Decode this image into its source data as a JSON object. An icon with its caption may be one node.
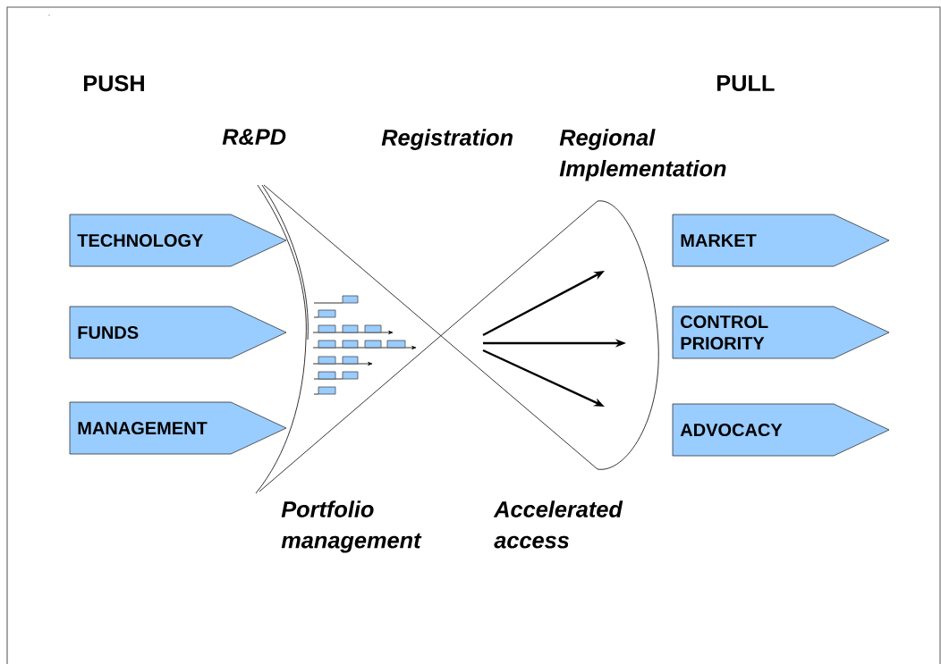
{
  "diagram": {
    "nodes": [
      {
        "text": [
          "TECHNOLOGY"
        ]
      },
      {
        "text": [
          "FUNDS"
        ]
      },
      {
        "text": [
          "MANAGEMENT"
        ]
      },
      {
        "text": [
          "MARKET"
        ]
      },
      {
        "text": [
          "CONTROL PRIORITY"
        ]
      },
      {
        "text": [
          "ADVOCACY"
        ]
      }
    ],
    "labels": [
      "PUSH",
      "PULL",
      "R&PD",
      "Registration",
      "Regional Implementation",
      "Portfolio management",
      "Accelerated access"
    ]
  }
}
